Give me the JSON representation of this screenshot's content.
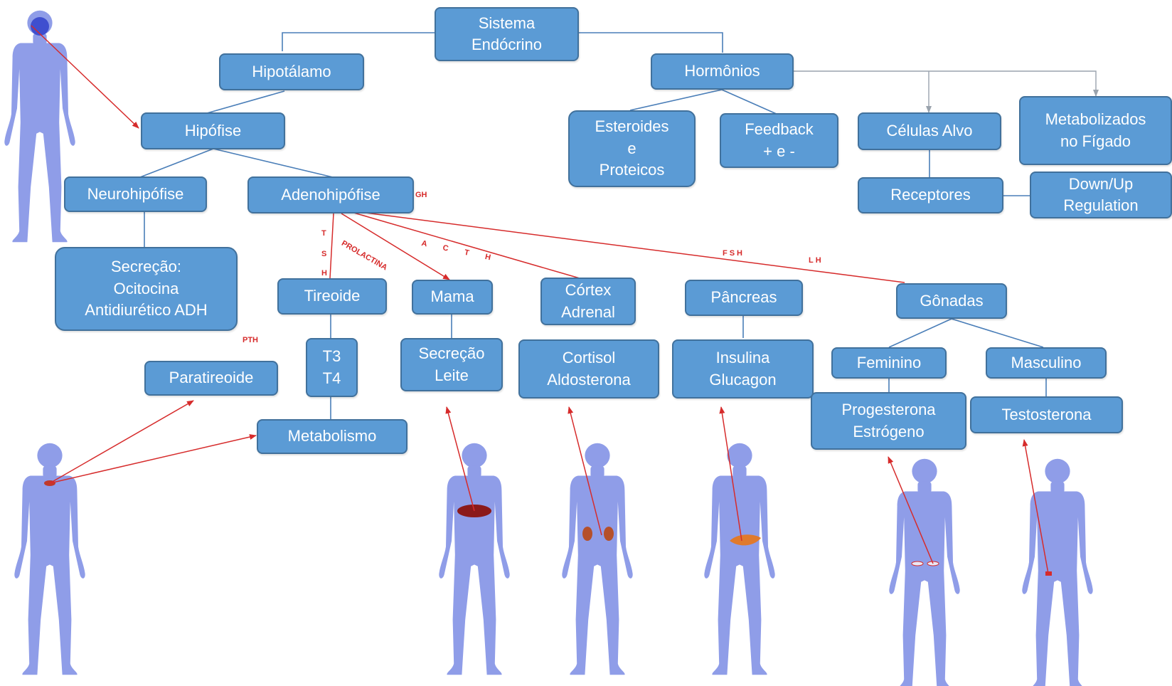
{
  "title": {
    "lines": [
      "Sistema",
      "Endócrino"
    ]
  },
  "hipotalamo": "Hipotálamo",
  "hipofise": "Hipófise",
  "neurohipofise": "Neurohipófise",
  "adenohipofise": "Adenohipófise",
  "secrecao_neuro": [
    "Secreção:",
    "Ocitocina",
    "Antidiurético ADH"
  ],
  "tireoide": "Tireoide",
  "t3t4": [
    "T3",
    "T4"
  ],
  "metabolismo": "Metabolismo",
  "paratireoide": "Paratireoide",
  "mama": "Mama",
  "secrecao_leite": [
    "Secreção",
    "Leite"
  ],
  "cortex_adrenal": [
    "Córtex",
    "Adrenal"
  ],
  "cortisol_aldosterona": [
    "Cortisol",
    "Aldosterona"
  ],
  "pancreas": "Pâncreas",
  "insulina_glucagon": [
    "Insulina",
    "Glucagon"
  ],
  "gonadas": "Gônadas",
  "feminino": "Feminino",
  "masculino": "Masculino",
  "progesterona_estrogeno": [
    "Progesterona",
    "Estrógeno"
  ],
  "testosterona": "Testosterona",
  "hormonios": "Hormônios",
  "esteroides_proteicos": [
    "Esteroides",
    "e",
    "Proteicos"
  ],
  "feedback": [
    "Feedback",
    "+ e -"
  ],
  "celulas_alvo": "Células Alvo",
  "receptores": "Receptores",
  "down_up_regulation": [
    "Down/Up",
    "Regulation"
  ],
  "metabolizados_figado": [
    "Metabolizados",
    "no Fígado"
  ],
  "tags": {
    "gh": "GH",
    "tsh": [
      "T",
      "S",
      "H"
    ],
    "prolactina": "PROLACTINA",
    "acth": "A C T H",
    "fsh": "FSH",
    "lh": "LH",
    "pth": "PTH"
  },
  "colors": {
    "box_fill": "#5b9bd5",
    "box_border": "#41719c",
    "connector": "#4a7eb8",
    "arrow": "#d62b2b",
    "body": "#8f9de8",
    "breast_organ": "#8b1a1a",
    "kidney": "#b5502b",
    "pancreas_organ": "#e07a2c"
  },
  "icons": [
    "human-figure-icon",
    "brain-icon",
    "thyroid-icon",
    "breast-icon",
    "kidney-icon",
    "pancreas-icon",
    "ovary-icon",
    "testis-icon"
  ]
}
